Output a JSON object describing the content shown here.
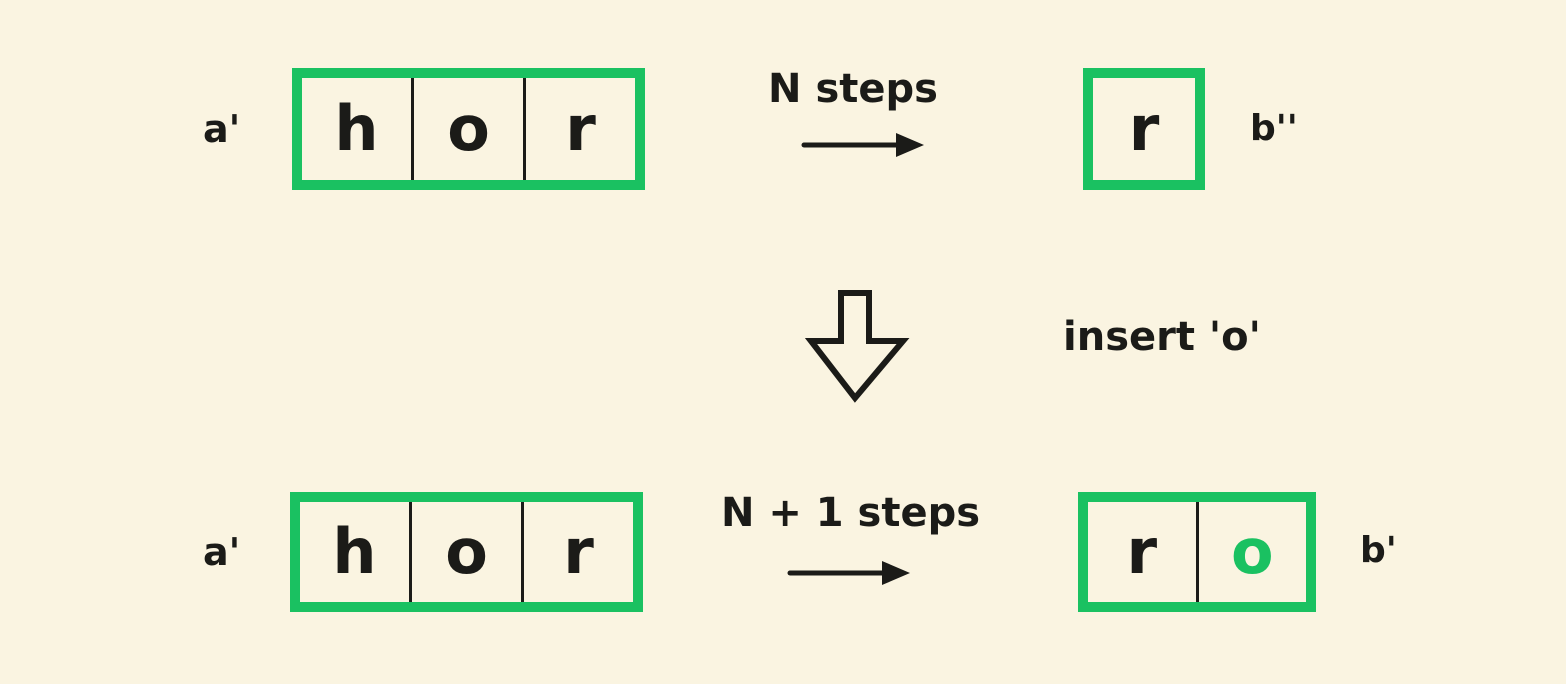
{
  "colors": {
    "background": "#faf4e1",
    "green": "#1ac161",
    "ink": "#1b1b18"
  },
  "top_row": {
    "source_label": "a'",
    "source_cells": [
      "h",
      "o",
      "r"
    ],
    "arrow_label": "N steps",
    "result_cells": [
      "r"
    ],
    "result_label": "b''"
  },
  "middle": {
    "down_arrow_icon": "hollow-down-arrow",
    "caption": "insert 'o'"
  },
  "bottom_row": {
    "source_label": "a'",
    "source_cells": [
      "h",
      "o",
      "r"
    ],
    "arrow_label": "N + 1 steps",
    "result_cells": [
      "r",
      "o"
    ],
    "result_highlight_index": 1,
    "result_label": "b'"
  }
}
